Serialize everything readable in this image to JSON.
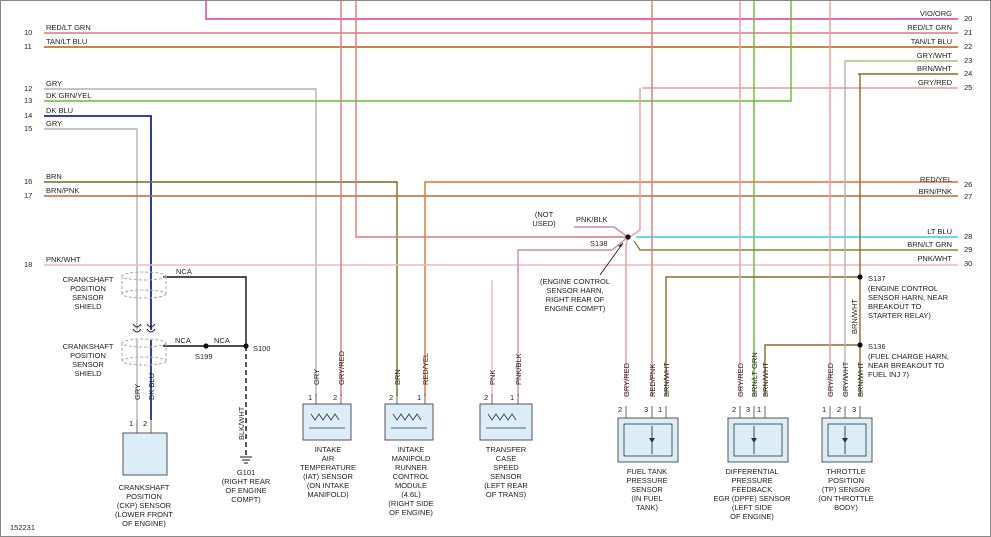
{
  "figure_id": "152231",
  "colors": {
    "vio_org": "#e8379f",
    "red_lt_grn": "#d97a76",
    "tan_lt_blu": "#bf5a0e",
    "grn_wht": "#99cc77",
    "gry": "#b2b2b2",
    "dk_grn_yel": "#66bb33",
    "dk_blu": "#1a2a99",
    "brn": "#7a6a22",
    "brn_pnk": "#b86a3a",
    "pnk_wht": "#f2b5c7",
    "red_yel": "#e07030",
    "lt_blu": "#33ccee",
    "brn_lt_grn": "#7a8c2c",
    "pnk_blk": "#c98cb0",
    "gry_red": "#ee9a9a",
    "brn_wht": "#8a6a28",
    "black": "#111111",
    "shield": "#aaaaaa",
    "component_fill": "#dbeef7"
  },
  "left_lines": [
    {
      "num": "10",
      "label": "RED/LT GRN"
    },
    {
      "num": "11",
      "label": "TAN/LT BLU"
    },
    {
      "num": "12",
      "label": "GRY"
    },
    {
      "num": "13",
      "label": "DK GRN/YEL"
    },
    {
      "num": "14",
      "label": "DK BLU"
    },
    {
      "num": "15",
      "label": "GRY"
    },
    {
      "num": "16",
      "label": "BRN"
    },
    {
      "num": "17",
      "label": "BRN/PNK"
    },
    {
      "num": "18",
      "label": "PNK/WHT"
    }
  ],
  "right_lines": [
    {
      "num": "20",
      "label": "VIO/ORG"
    },
    {
      "num": "21",
      "label": "RED/LT GRN"
    },
    {
      "num": "22",
      "label": "TAN/LT BLU"
    },
    {
      "num": "23",
      "label": "GRY/WHT"
    },
    {
      "num": "24",
      "label": "BRN/WHT"
    },
    {
      "num": "25",
      "label": "GRY/RED"
    },
    {
      "num": "26",
      "label": "RED/YEL"
    },
    {
      "num": "27",
      "label": "BRN/PNK"
    },
    {
      "num": "28",
      "label": "LT BLU"
    },
    {
      "num": "29",
      "label": "BRN/LT GRN"
    },
    {
      "num": "30",
      "label": "PNK/WHT"
    }
  ],
  "splices": {
    "s138": "S138",
    "s137": "S137",
    "s136": "S136",
    "s100": "S100",
    "s199": "S199",
    "s138_desc": [
      "(ENGINE CONTROL",
      "SENSOR HARN,",
      "RIGHT REAR OF",
      "ENGINE COMPT)"
    ],
    "s137_desc": [
      "(ENGINE CONTROL",
      "SENSOR HARN, NEAR",
      "BREAKOUT TO",
      "STARTER RELAY)"
    ],
    "s136_desc": [
      "(FUEL CHARGE HARN,",
      "NEAR BREAKOUT TO",
      "FUEL INJ 7)"
    ],
    "not_used": [
      "(NOT",
      "USED)"
    ],
    "pnk_blk_label": "PNK/BLK",
    "brn_wht_vertical": "BRN/WHT"
  },
  "shield": {
    "label_top": [
      "CRANKSHAFT",
      "POSITION",
      "SENSOR",
      "SHIELD"
    ],
    "label_bottom": [
      "CRANKSHAFT",
      "POSITION",
      "SENSOR",
      "SHIELD"
    ],
    "nca": "NCA"
  },
  "ground": {
    "wire_label": "BLK/WHT",
    "name": "G101",
    "desc": [
      "(RIGHT REAR",
      "OF ENGINE",
      "COMPT)"
    ]
  },
  "components": [
    {
      "id": "ckp",
      "wires": [
        "GRY",
        "DK BLU"
      ],
      "pins": [
        "1",
        "2"
      ],
      "terms": [
        "-",
        "+"
      ],
      "label": [
        "CRANKSHAFT",
        "POSITION",
        "(CKP) SENSOR",
        "(LOWER FRONT",
        "OF ENGINE)"
      ]
    },
    {
      "id": "iat",
      "wires": [
        "GRY",
        "GRY/RED"
      ],
      "pins": [
        "1",
        "2"
      ],
      "label": [
        "INTAKE",
        "AIR",
        "TEMPERATURE",
        "(IAT) SENSOR",
        "(ON INTAKE",
        "MANIFOLD)"
      ]
    },
    {
      "id": "imrc",
      "wires": [
        "BRN",
        "RED/YEL"
      ],
      "pins": [
        "2",
        "1"
      ],
      "label": [
        "INTAKE",
        "MANIFOLD",
        "RUNNER",
        "CONTROL",
        "MODULE",
        "(4.6L)",
        "(RIGHT SIDE",
        "OF ENGINE)"
      ]
    },
    {
      "id": "tcss",
      "wires": [
        "PNK",
        "PNK/BLK"
      ],
      "pins": [
        "2",
        "1"
      ],
      "label": [
        "TRANSFER",
        "CASE",
        "SPEED",
        "SENSOR",
        "(LEFT REAR",
        "OF TRANS)"
      ]
    },
    {
      "id": "ftp",
      "wires": [
        "GRY/RED",
        "RED/PNK",
        "BRN/WHT"
      ],
      "pins": [
        "2",
        "3",
        "1"
      ],
      "label": [
        "FUEL TANK",
        "PRESSURE",
        "SENSOR",
        "(IN FUEL",
        "TANK)"
      ]
    },
    {
      "id": "dpfe",
      "wires": [
        "GRY/RED",
        "BRN/LT GRN",
        "BRN/WHT"
      ],
      "pins": [
        "2",
        "3",
        "1"
      ],
      "label": [
        "DIFFERENTIAL",
        "PRESSURE",
        "FEEDBACK",
        "EGR (DPFE) SENSOR",
        "(LEFT SIDE",
        "OF ENGINE)"
      ]
    },
    {
      "id": "tp",
      "wires": [
        "GRY/RED",
        "GRY/WHT",
        "BRN/WHT"
      ],
      "pins": [
        "1",
        "2",
        "3"
      ],
      "label": [
        "THROTTLE",
        "POSITION",
        "(TP) SENSOR",
        "(ON THROTTLE",
        "BODY)"
      ]
    }
  ]
}
